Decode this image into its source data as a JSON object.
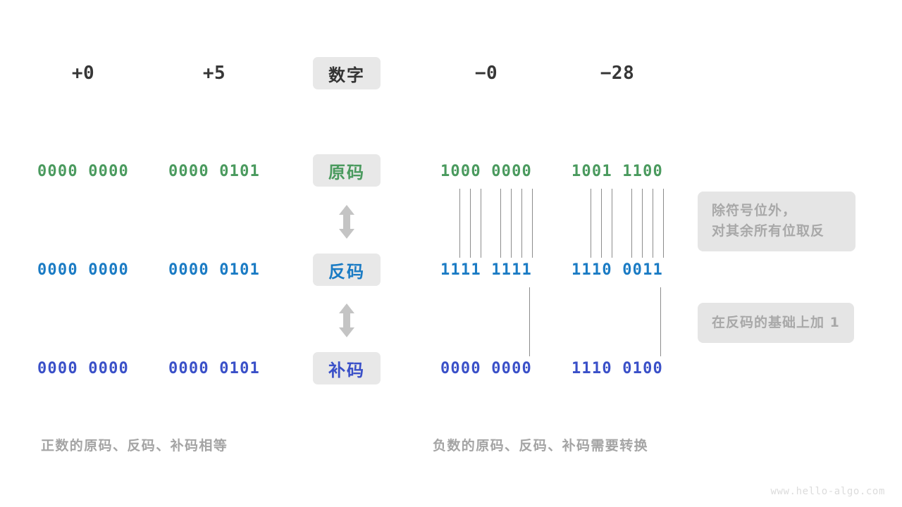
{
  "page": {
    "watermark": "www.hello-algo.com",
    "background": "#ffffff"
  },
  "colors": {
    "sign_magnitude": "#4a9a5e",
    "ones_complement": "#1a7bc4",
    "twos_complement": "#3a50c8",
    "header_text": "#373737",
    "chip_background": "#e8e8e8",
    "note_background": "#e5e5e5",
    "note_text": "#a8a8a8",
    "caption_text": "#a4a4a4",
    "connector_line": "#8c8c8c",
    "arrow": "#c4c4c4",
    "watermark": "#dcdcdc"
  },
  "row_labels": {
    "header": "数字",
    "sign_magnitude": "原码",
    "ones_complement": "反码",
    "twos_complement": "补码"
  },
  "headers": {
    "pos_zero": "+0",
    "pos_five": "+5",
    "neg_zero": "−0",
    "neg_twentyeight": "−28"
  },
  "values": {
    "sign_magnitude": {
      "pos_zero": "0000 0000",
      "pos_five": "0000 0101",
      "neg_zero": "1000 0000",
      "neg_twentyeight": "1001 1100"
    },
    "ones_complement": {
      "pos_zero": "0000 0000",
      "pos_five": "0000 0101",
      "neg_zero": "1111 1111",
      "neg_twentyeight": "1110 0011"
    },
    "twos_complement": {
      "pos_zero": "0000 0000",
      "pos_five": "0000 0101",
      "neg_zero": "0000 0000",
      "neg_twentyeight": "1110 0100"
    }
  },
  "notes": {
    "invert": "除符号位外，\n对其余所有位取反",
    "add_one": "在反码的基础上加 1"
  },
  "captions": {
    "left": "正数的原码、反码、补码相等",
    "right": "负数的原码、反码、补码需要转换"
  },
  "icons": {
    "arrow_sm_to_oc": "double-arrow-vertical",
    "arrow_oc_to_tc": "double-arrow-vertical"
  }
}
